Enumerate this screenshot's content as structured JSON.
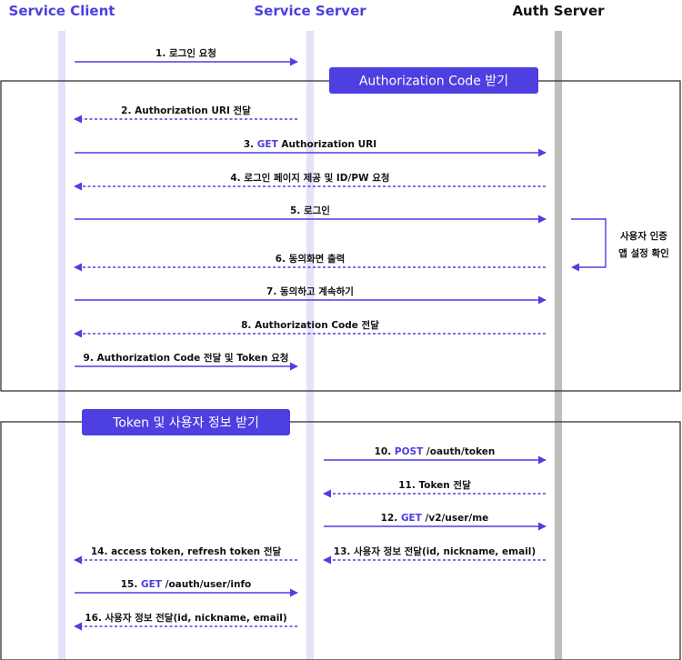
{
  "colors": {
    "accent": "#4d3fe0",
    "lifeline_client": "#e4e1fa",
    "lifeline_server": "#e4e1fa",
    "lifeline_auth": "#bdbdbd",
    "group_border": "#333333",
    "group_title_bg": "#4d3fe0",
    "text": "#111111"
  },
  "actors": [
    {
      "id": "client",
      "label": "Service Client",
      "color": "#4d3fe0"
    },
    {
      "id": "server",
      "label": "Service Server",
      "color": "#4d3fe0"
    },
    {
      "id": "auth",
      "label": "Auth Server",
      "color": "#111111"
    }
  ],
  "groups": [
    {
      "title": "Authorization Code 받기"
    },
    {
      "title": "Token  및 사용자 정보 받기"
    }
  ],
  "messages": [
    {
      "from": "client",
      "to": "server",
      "style": "solid",
      "parts": [
        {
          "text": "1. 로그인 요청"
        }
      ]
    },
    {
      "from": "server",
      "to": "client",
      "style": "dashed",
      "parts": [
        {
          "text": "2. Authorization URI 전달"
        }
      ]
    },
    {
      "from": "client",
      "to": "auth",
      "style": "solid",
      "parts": [
        {
          "text": "3. "
        },
        {
          "text": "GET",
          "highlight": true
        },
        {
          "text": " Authorization URI"
        }
      ]
    },
    {
      "from": "auth",
      "to": "client",
      "style": "dashed",
      "parts": [
        {
          "text": "4. 로그인 페이지 제공 및 ID/PW 요청"
        }
      ]
    },
    {
      "from": "client",
      "to": "auth",
      "style": "solid",
      "parts": [
        {
          "text": "5. 로그인"
        }
      ]
    },
    {
      "from": "auth",
      "to": "client",
      "style": "dashed",
      "parts": [
        {
          "text": "6. 동의화면 출력"
        }
      ]
    },
    {
      "from": "client",
      "to": "auth",
      "style": "solid",
      "parts": [
        {
          "text": "7. 동의하고 계속하기"
        }
      ]
    },
    {
      "from": "auth",
      "to": "client",
      "style": "dashed",
      "parts": [
        {
          "text": "8. Authorization Code 전달"
        }
      ]
    },
    {
      "from": "client",
      "to": "server",
      "style": "solid",
      "parts": [
        {
          "text": "9. Authorization Code 전달 및 Token 요청"
        }
      ]
    },
    {
      "from": "server",
      "to": "auth",
      "style": "solid",
      "parts": [
        {
          "text": "10. "
        },
        {
          "text": "POST",
          "highlight": true
        },
        {
          "text": " /oauth/token"
        }
      ]
    },
    {
      "from": "auth",
      "to": "server",
      "style": "dashed",
      "parts": [
        {
          "text": "11. Token 전달"
        }
      ]
    },
    {
      "from": "server",
      "to": "auth",
      "style": "solid",
      "parts": [
        {
          "text": "12. "
        },
        {
          "text": "GET",
          "highlight": true
        },
        {
          "text": " /v2/user/me"
        }
      ]
    },
    {
      "from": "auth",
      "to": "server",
      "style": "dashed",
      "parts": [
        {
          "text": "13. 사용자 정보 전달(id, nickname, email)"
        }
      ]
    },
    {
      "from": "server",
      "to": "client",
      "style": "dashed",
      "parts": [
        {
          "text": "14. access token, refresh token 전달"
        }
      ]
    },
    {
      "from": "client",
      "to": "server",
      "style": "solid",
      "parts": [
        {
          "text": "15. "
        },
        {
          "text": "GET",
          "highlight": true
        },
        {
          "text": " /oauth/user/info"
        }
      ]
    },
    {
      "from": "server",
      "to": "client",
      "style": "dashed",
      "parts": [
        {
          "text": "16. 사용자 정보 전달(id, nickname, email)"
        }
      ]
    }
  ],
  "self_note": {
    "lines": [
      "사용자 인증",
      "앱 설정 확인"
    ]
  }
}
